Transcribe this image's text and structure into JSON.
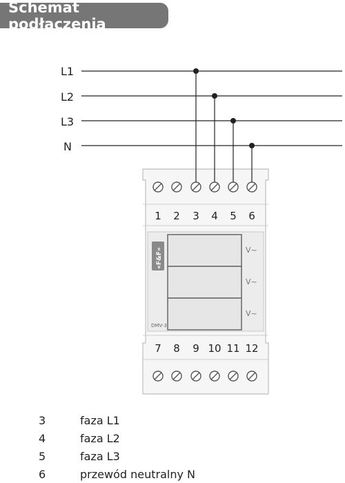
{
  "title": "Schemat podłączenia",
  "lines": [
    {
      "label": "L1",
      "terminal": "3"
    },
    {
      "label": "L2",
      "terminal": "4"
    },
    {
      "label": "L3",
      "terminal": "5"
    },
    {
      "label": "N",
      "terminal": "6"
    }
  ],
  "terminals_top": [
    "1",
    "2",
    "3",
    "4",
    "5",
    "6"
  ],
  "terminals_bottom": [
    "7",
    "8",
    "9",
    "10",
    "11",
    "12"
  ],
  "device": {
    "brand": "«F&F»",
    "model": "DMV-3",
    "display_units": [
      "V~",
      "V~",
      "V~"
    ]
  },
  "legend": [
    {
      "num": "3",
      "text": "faza L1"
    },
    {
      "num": "4",
      "text": "faza L2"
    },
    {
      "num": "5",
      "text": "faza L3"
    },
    {
      "num": "6",
      "text": "przewód neutralny N"
    }
  ],
  "colors": {
    "title_bg": "#767676",
    "wire": "#222222",
    "housing": "#f4f4f4",
    "display": "#e8e8e8"
  }
}
